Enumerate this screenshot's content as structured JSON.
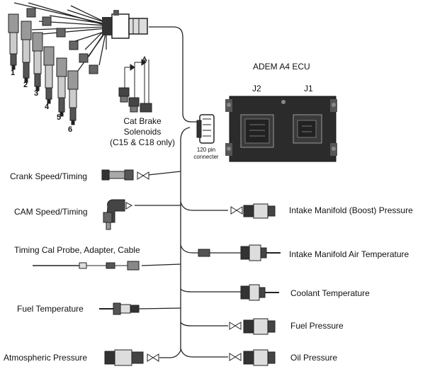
{
  "ecu": {
    "title": "ADEM A4 ECU",
    "j2": "J2",
    "j1": "J1"
  },
  "connector": {
    "line1": "120 pin",
    "line2": "connecter"
  },
  "cat_brake": {
    "line1": "Cat Brake",
    "line2": "Solenoids",
    "line3": "(C15 & C18 only)"
  },
  "injectors": [
    "1",
    "2",
    "3",
    "4",
    "5",
    "6"
  ],
  "left_sensors": {
    "crank": "Crank Speed/Timing",
    "cam": "CAM Speed/Timing",
    "timing_cal": "Timing Cal Probe, Adapter, Cable",
    "fuel_temp": "Fuel Temperature",
    "atmos": "Atmospheric Pressure"
  },
  "right_sensors": {
    "boost": "Intake Manifold (Boost) Pressure",
    "air_temp": "Intake Manifold Air Temperature",
    "coolant": "Coolant Temperature",
    "fuel_pressure": "Fuel Pressure",
    "oil_pressure": "Oil Pressure"
  }
}
